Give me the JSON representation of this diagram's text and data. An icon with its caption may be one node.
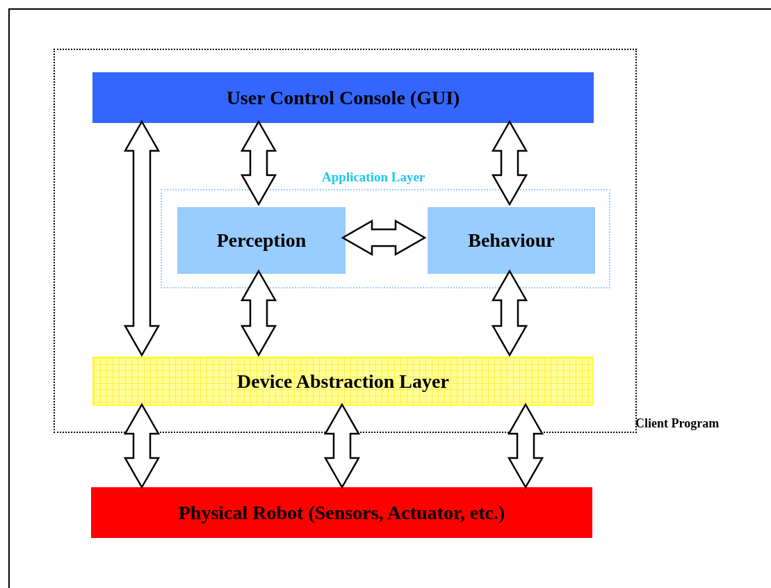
{
  "diagram": {
    "nodes": [
      {
        "text": [
          "Client Program"
        ]
      },
      {
        "text": [
          "User Control Console (GUI)"
        ],
        "in": 0
      },
      {
        "text": [
          "Application Layer"
        ],
        "in": 0
      },
      {
        "text": [
          "Perception"
        ],
        "in": 2
      },
      {
        "text": [
          "Behaviour"
        ],
        "in": 2
      },
      {
        "text": [
          "Device Abstraction Layer"
        ],
        "in": 0
      },
      {
        "text": [
          "Physical Robot (Sensors, Actuator, etc.)"
        ]
      }
    ],
    "edges": [
      {
        "from": 1,
        "to": 5,
        "arrow": "both"
      },
      {
        "from": 1,
        "to": 3,
        "arrow": "both"
      },
      {
        "from": 1,
        "to": 4,
        "arrow": "both"
      },
      {
        "from": 3,
        "to": 4,
        "arrow": "both"
      },
      {
        "from": 3,
        "to": 5,
        "arrow": "both"
      },
      {
        "from": 4,
        "to": 5,
        "arrow": "both"
      },
      {
        "from": 5,
        "to": 6,
        "arrow": "both"
      },
      {
        "from": 5,
        "to": 6,
        "arrow": "both"
      },
      {
        "from": 5,
        "to": 6,
        "arrow": "both"
      }
    ]
  }
}
